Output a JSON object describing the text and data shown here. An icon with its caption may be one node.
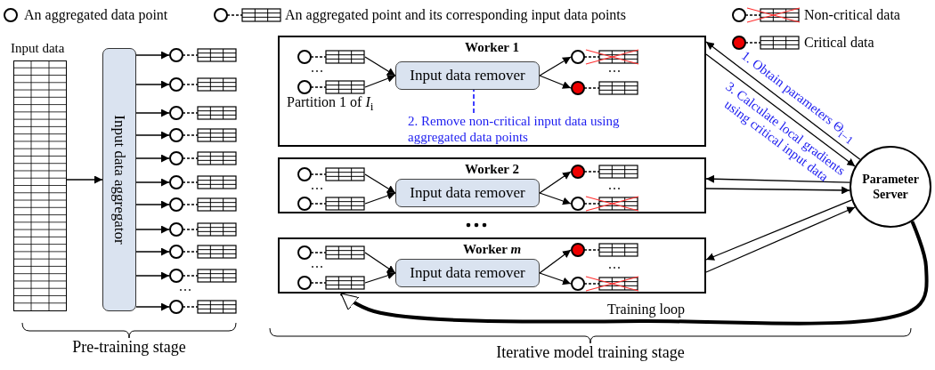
{
  "diagram": {
    "nodes": [
      {
        "text": [
          "Input data"
        ]
      },
      {
        "text": [
          "Input data aggregator"
        ]
      },
      {
        "text": [],
        "shape": "circle"
      },
      {
        "text": [],
        "shape": "circle"
      },
      {
        "text": [],
        "shape": "circle"
      },
      {
        "text": [],
        "shape": "circle"
      },
      {
        "text": [],
        "shape": "circle"
      },
      {
        "text": [],
        "shape": "circle"
      },
      {
        "text": [],
        "shape": "circle"
      },
      {
        "text": [],
        "shape": "circle"
      },
      {
        "text": [],
        "shape": "circle"
      },
      {
        "text": [],
        "shape": "circle"
      },
      {
        "text": [],
        "shape": "circle"
      },
      {
        "text": [
          "Worker 1"
        ]
      },
      {
        "text": [],
        "shape": "circle",
        "in": 13
      },
      {
        "text": [],
        "shape": "circle",
        "in": 13
      },
      {
        "text": [
          "Input data remover"
        ],
        "in": 13
      },
      {
        "text": [],
        "shape": "circle",
        "in": 13
      },
      {
        "text": [],
        "shape": "circle",
        "in": 13
      },
      {
        "text": [
          "Worker 2"
        ]
      },
      {
        "text": [],
        "shape": "circle",
        "in": 19
      },
      {
        "text": [],
        "shape": "circle",
        "in": 19
      },
      {
        "text": [
          "Input data remover"
        ],
        "in": 19
      },
      {
        "text": [],
        "shape": "circle",
        "in": 19
      },
      {
        "text": [],
        "shape": "circle",
        "in": 19
      },
      {
        "text": [
          "Worker *m*"
        ]
      },
      {
        "text": [],
        "shape": "circle",
        "in": 25
      },
      {
        "text": [],
        "shape": "circle",
        "in": 25
      },
      {
        "text": [
          "Input data remover"
        ],
        "in": 25
      },
      {
        "text": [],
        "shape": "circle",
        "in": 25
      },
      {
        "text": [],
        "shape": "circle",
        "in": 25
      },
      {
        "text": [
          "2. Remove non-critical input data using aggregated data points"
        ],
        "in": 13
      },
      {
        "text": [
          "Parameter Server"
        ]
      }
    ],
    "edges": [
      {
        "from": 0,
        "to": 1,
        "arrow": "to"
      },
      {
        "from": 1,
        "to": 2,
        "arrow": "to"
      },
      {
        "from": 1,
        "to": 3,
        "arrow": "to"
      },
      {
        "from": 1,
        "to": 4,
        "arrow": "to"
      },
      {
        "from": 1,
        "to": 5,
        "arrow": "to"
      },
      {
        "from": 1,
        "to": 6,
        "arrow": "to"
      },
      {
        "from": 1,
        "to": 7,
        "arrow": "to"
      },
      {
        "from": 1,
        "to": 8,
        "arrow": "to"
      },
      {
        "from": 1,
        "to": 9,
        "arrow": "to"
      },
      {
        "from": 1,
        "to": 10,
        "arrow": "to"
      },
      {
        "from": 1,
        "to": 11,
        "arrow": "to"
      },
      {
        "from": 1,
        "to": 12,
        "arrow": "to"
      },
      {
        "from": 14,
        "to": 16,
        "arrow": "to"
      },
      {
        "from": 15,
        "to": 16,
        "arrow": "to"
      },
      {
        "from": 16,
        "to": 17,
        "arrow": "to"
      },
      {
        "from": 16,
        "to": 18,
        "arrow": "to"
      },
      {
        "from": 31,
        "to": 16,
        "arrow": "none",
        "style": "dashed",
        "color": "#0000ff"
      },
      {
        "from": 20,
        "to": 22,
        "arrow": "to"
      },
      {
        "from": 21,
        "to": 22,
        "arrow": "to"
      },
      {
        "from": 22,
        "to": 23,
        "arrow": "to"
      },
      {
        "from": 22,
        "to": 24,
        "arrow": "to"
      },
      {
        "from": 26,
        "to": 28,
        "arrow": "to"
      },
      {
        "from": 27,
        "to": 28,
        "arrow": "to"
      },
      {
        "from": 28,
        "to": 29,
        "arrow": "to"
      },
      {
        "from": 28,
        "to": 30,
        "arrow": "to"
      },
      {
        "from": 32,
        "to": 13,
        "arrow": "to",
        "label": "1. Obtain parameters Θ$_{i−1}$"
      },
      {
        "from": 13,
        "to": 32,
        "arrow": "to",
        "label": "3. Calculate local gradients using critical input data"
      },
      {
        "from": 32,
        "to": 19,
        "arrow": "to"
      },
      {
        "from": 19,
        "to": 32,
        "arrow": "to"
      },
      {
        "from": 32,
        "to": 25,
        "arrow": "to"
      },
      {
        "from": 25,
        "to": 32,
        "arrow": "to"
      },
      {
        "from": 32,
        "to": 25,
        "arrow": "to",
        "style": "thick",
        "label": "Training loop"
      }
    ],
    "labels": [
      "Partition 1 of *I*$_{i}$",
      "Pre-training stage",
      "Iterative model training stage"
    ],
    "legend": [
      {
        "text": "An aggregated data point"
      },
      {
        "text": "An aggregated point and its corresponding input data points"
      },
      {
        "text": "Non-critical data"
      },
      {
        "text": "Critical data"
      }
    ]
  }
}
